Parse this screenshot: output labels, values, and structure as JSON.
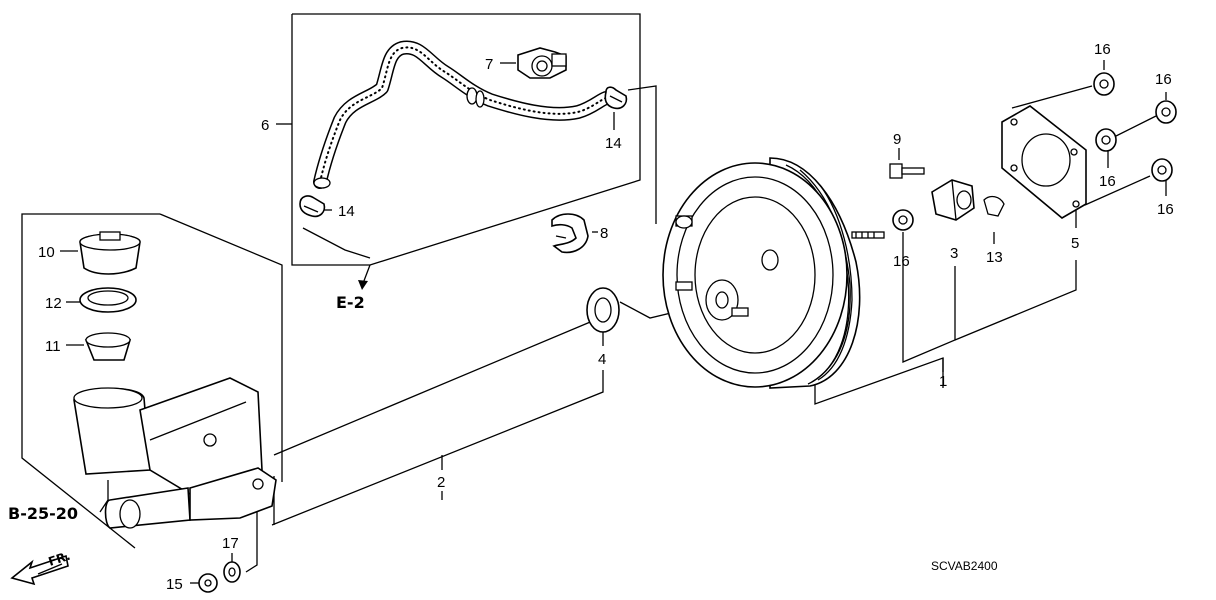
{
  "callouts": {
    "p1": "1",
    "p2": "2",
    "p3": "3",
    "p4": "4",
    "p5": "5",
    "p6": "6",
    "p7": "7",
    "p8": "8",
    "p9": "9",
    "p10": "10",
    "p11": "11",
    "p12": "12",
    "p13": "13",
    "p14a": "14",
    "p14b": "14",
    "p15": "15",
    "p16a": "16",
    "p16b": "16",
    "p16c": "16",
    "p16d": "16",
    "p16e": "16",
    "p17": "17"
  },
  "references": {
    "e2": "E-2",
    "b2520": "B-25-20",
    "fr": "FR."
  },
  "diagram_code": "SCVAB2400",
  "colors": {
    "ink": "#000000",
    "paper": "#ffffff"
  },
  "icons": [
    "front-arrow-icon"
  ]
}
